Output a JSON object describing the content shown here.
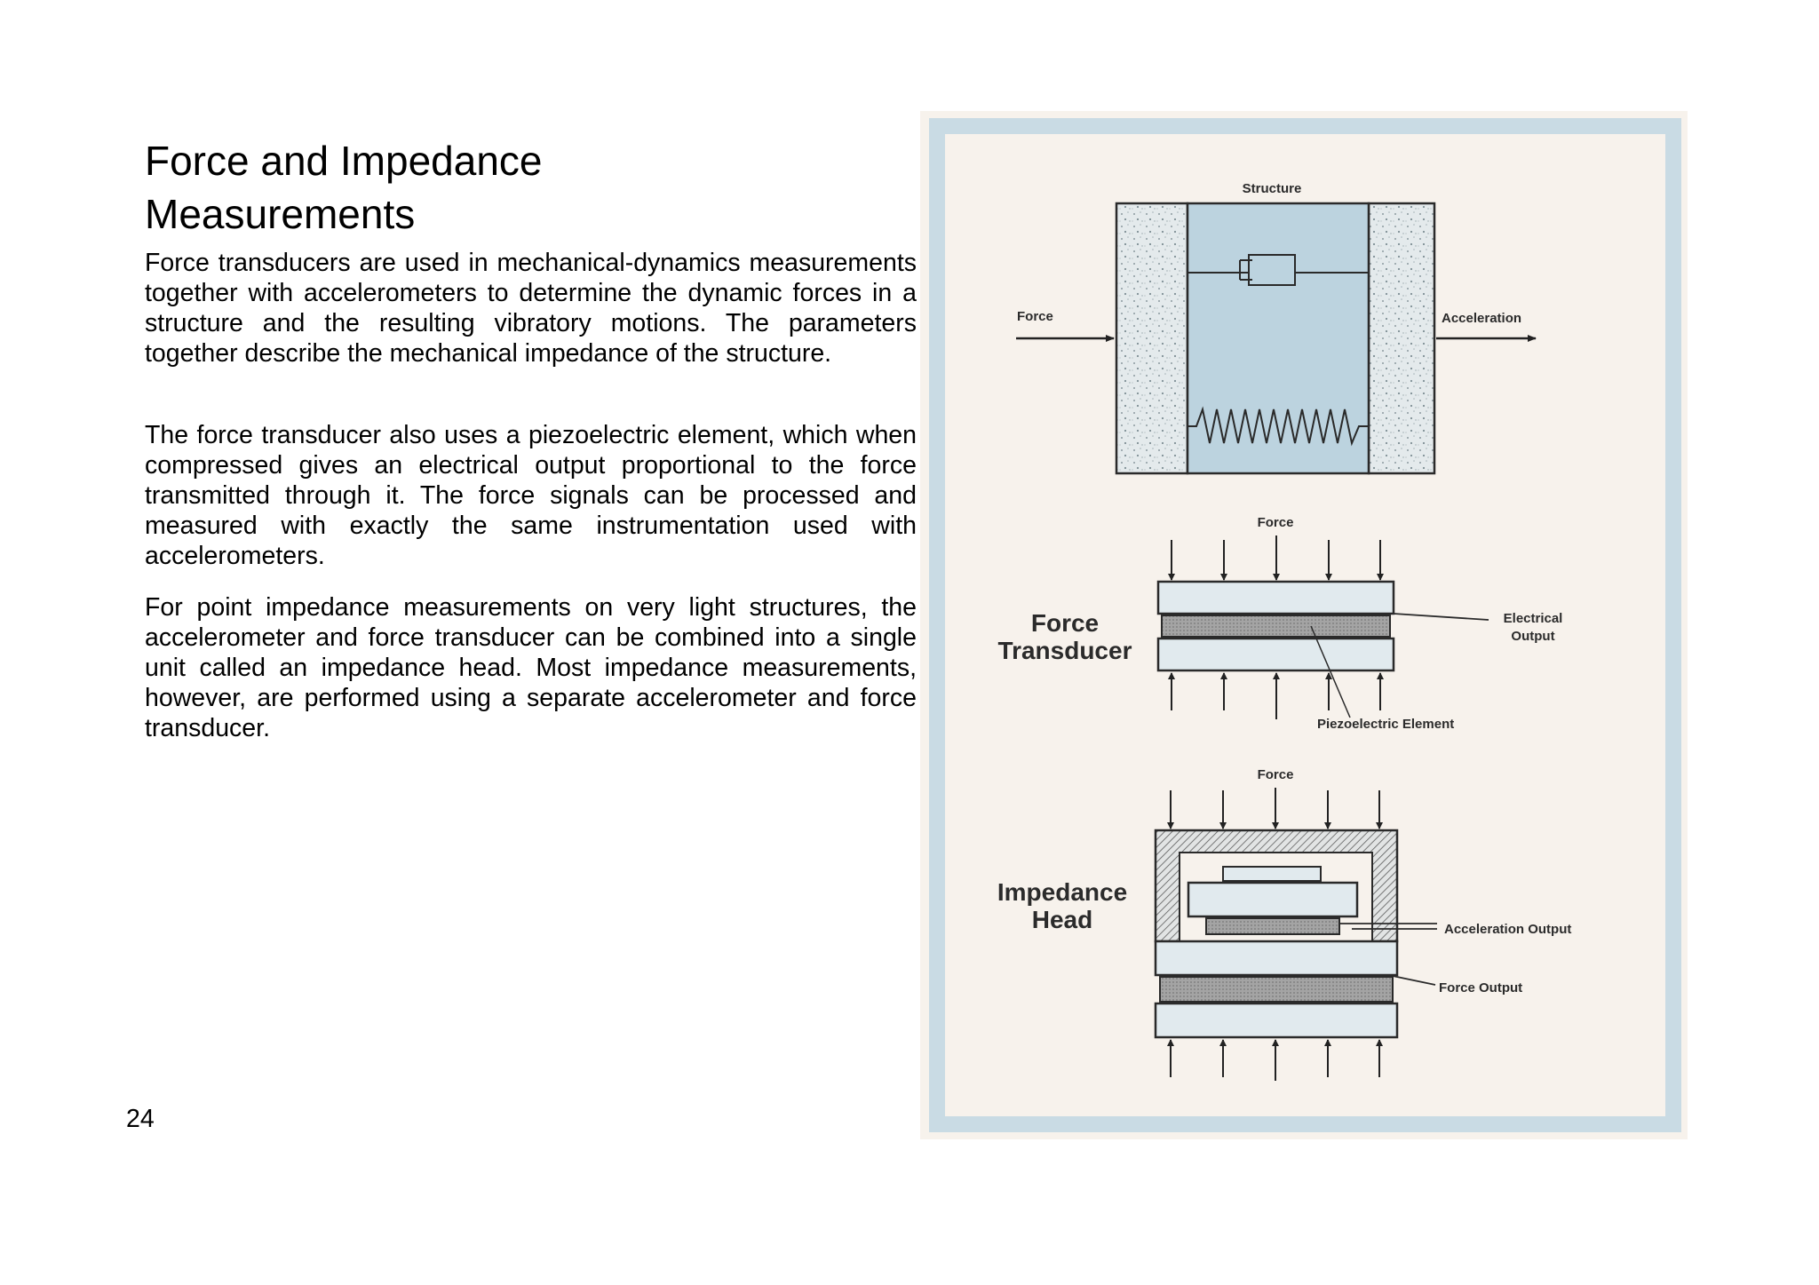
{
  "title_lines": [
    "Force and Impedance",
    "Measurements"
  ],
  "paragraphs": [
    "Force transducers are used in mechanical-dynamics measurements together with accelerometers to deter­mine the dynamic forces in a structure and the resulting vibratory motions. The parameters together describe the mechanical impedance of the structure.",
    "The force transducer also uses a piezoelectric element, which when compressed gives an electrical output pro­portional to the force transmitted through it. The force signals can be processed and measured with exactly the same instrumentation used with accelerometers.",
    "For point impedance measurements on very light struc­tures, the accelerometer and force transducer can be combined into a single unit called an impedance head. Most impedance measurements, however, are per­formed using a separate accelerometer and force trans­ducer."
  ],
  "page_number": "24",
  "figure": {
    "structure_diagram": {
      "structure_label": "Structure",
      "force_label": "Force",
      "acceleration_label": "Acceleration"
    },
    "force_transducer_diagram": {
      "title_lines": [
        "Force",
        "Transducer"
      ],
      "force_label": "Force",
      "electrical_output_lines": [
        "Electrical",
        "Output"
      ],
      "piezo_label": "Piezoelectric Element"
    },
    "impedance_head_diagram": {
      "title_lines": [
        "Impedance",
        "Head"
      ],
      "force_label": "Force",
      "acceleration_output_label": "Acceleration  Output",
      "force_output_label": "Force Output"
    },
    "colors": {
      "frame_blue": "#c9dbe4",
      "structure_fill": "#bcd3df",
      "piezo_fill": "#9a9a9a",
      "background": "#f7f2ec"
    }
  }
}
